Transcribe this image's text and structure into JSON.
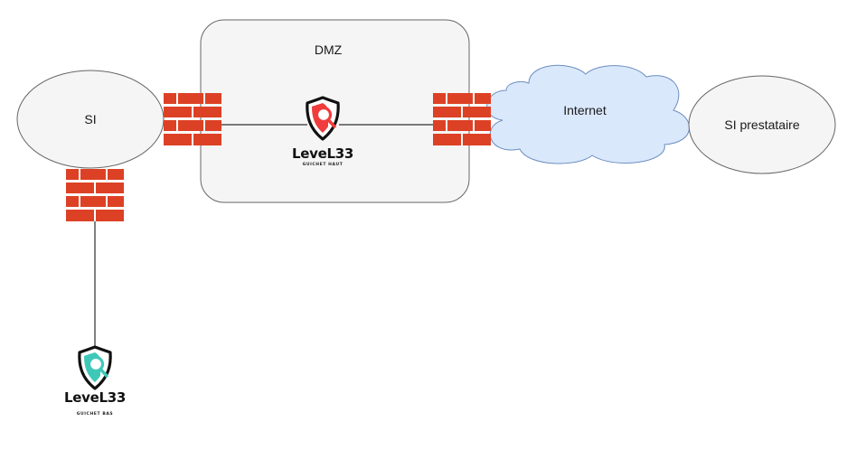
{
  "diagram": {
    "nodes": {
      "si": {
        "label": "SI",
        "shape": "ellipse",
        "fill": "#f5f5f5",
        "stroke": "#666666"
      },
      "dmz": {
        "label": "DMZ",
        "shape": "rounded-rectangle",
        "fill": "#f5f5f5",
        "stroke": "#666666"
      },
      "internet": {
        "label": "Internet",
        "shape": "cloud",
        "fill": "#dae8fc",
        "stroke": "#6c8ebf"
      },
      "si_prestataire": {
        "label": "SI prestataire",
        "shape": "ellipse",
        "fill": "#f5f5f5",
        "stroke": "#666666"
      },
      "level33_haut": {
        "title": "LeveL33",
        "subtitle": "GUICHET HAUT",
        "icon": "shield-magnifier-icon",
        "accent": "#f03c3c"
      },
      "level33_bas": {
        "title": "LeveL33",
        "subtitle": "GUICHET BAS",
        "icon": "shield-magnifier-icon",
        "accent": "#3fc8b8"
      }
    },
    "firewalls": [
      {
        "id": "firewall-si-dmz",
        "icon": "firewall-icon",
        "color": "#dd4125"
      },
      {
        "id": "firewall-dmz-internet",
        "icon": "firewall-icon",
        "color": "#dd4125"
      },
      {
        "id": "firewall-si-bottom",
        "icon": "firewall-icon",
        "color": "#dd4125"
      }
    ],
    "edges": [
      {
        "from": "firewall-si-dmz",
        "to": "level33_haut"
      },
      {
        "from": "level33_haut",
        "to": "firewall-dmz-internet"
      },
      {
        "from": "firewall-si-bottom",
        "to": "level33_bas"
      }
    ]
  }
}
